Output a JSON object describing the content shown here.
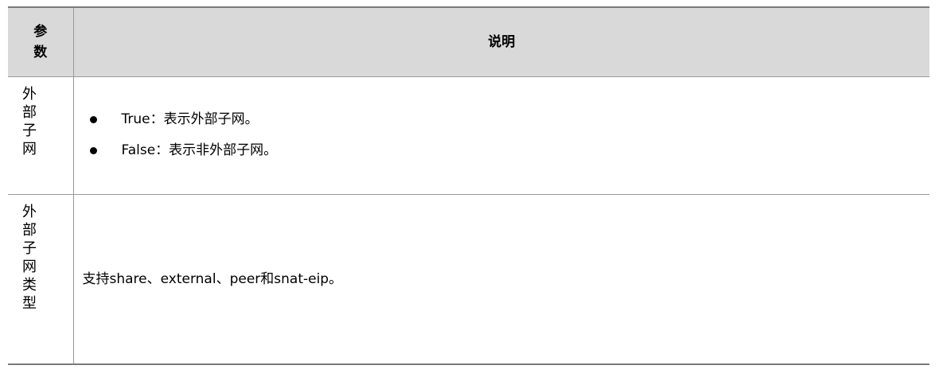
{
  "table": {
    "header": {
      "param": "参数",
      "description": "说明"
    },
    "rows": [
      {
        "param": "外部子网",
        "bullets": [
          "True：表示外部子网。",
          "False：表示非外部子网。"
        ]
      },
      {
        "param": "外部子网类型",
        "text": "支持share、external、peer和snat-eip。"
      }
    ]
  }
}
